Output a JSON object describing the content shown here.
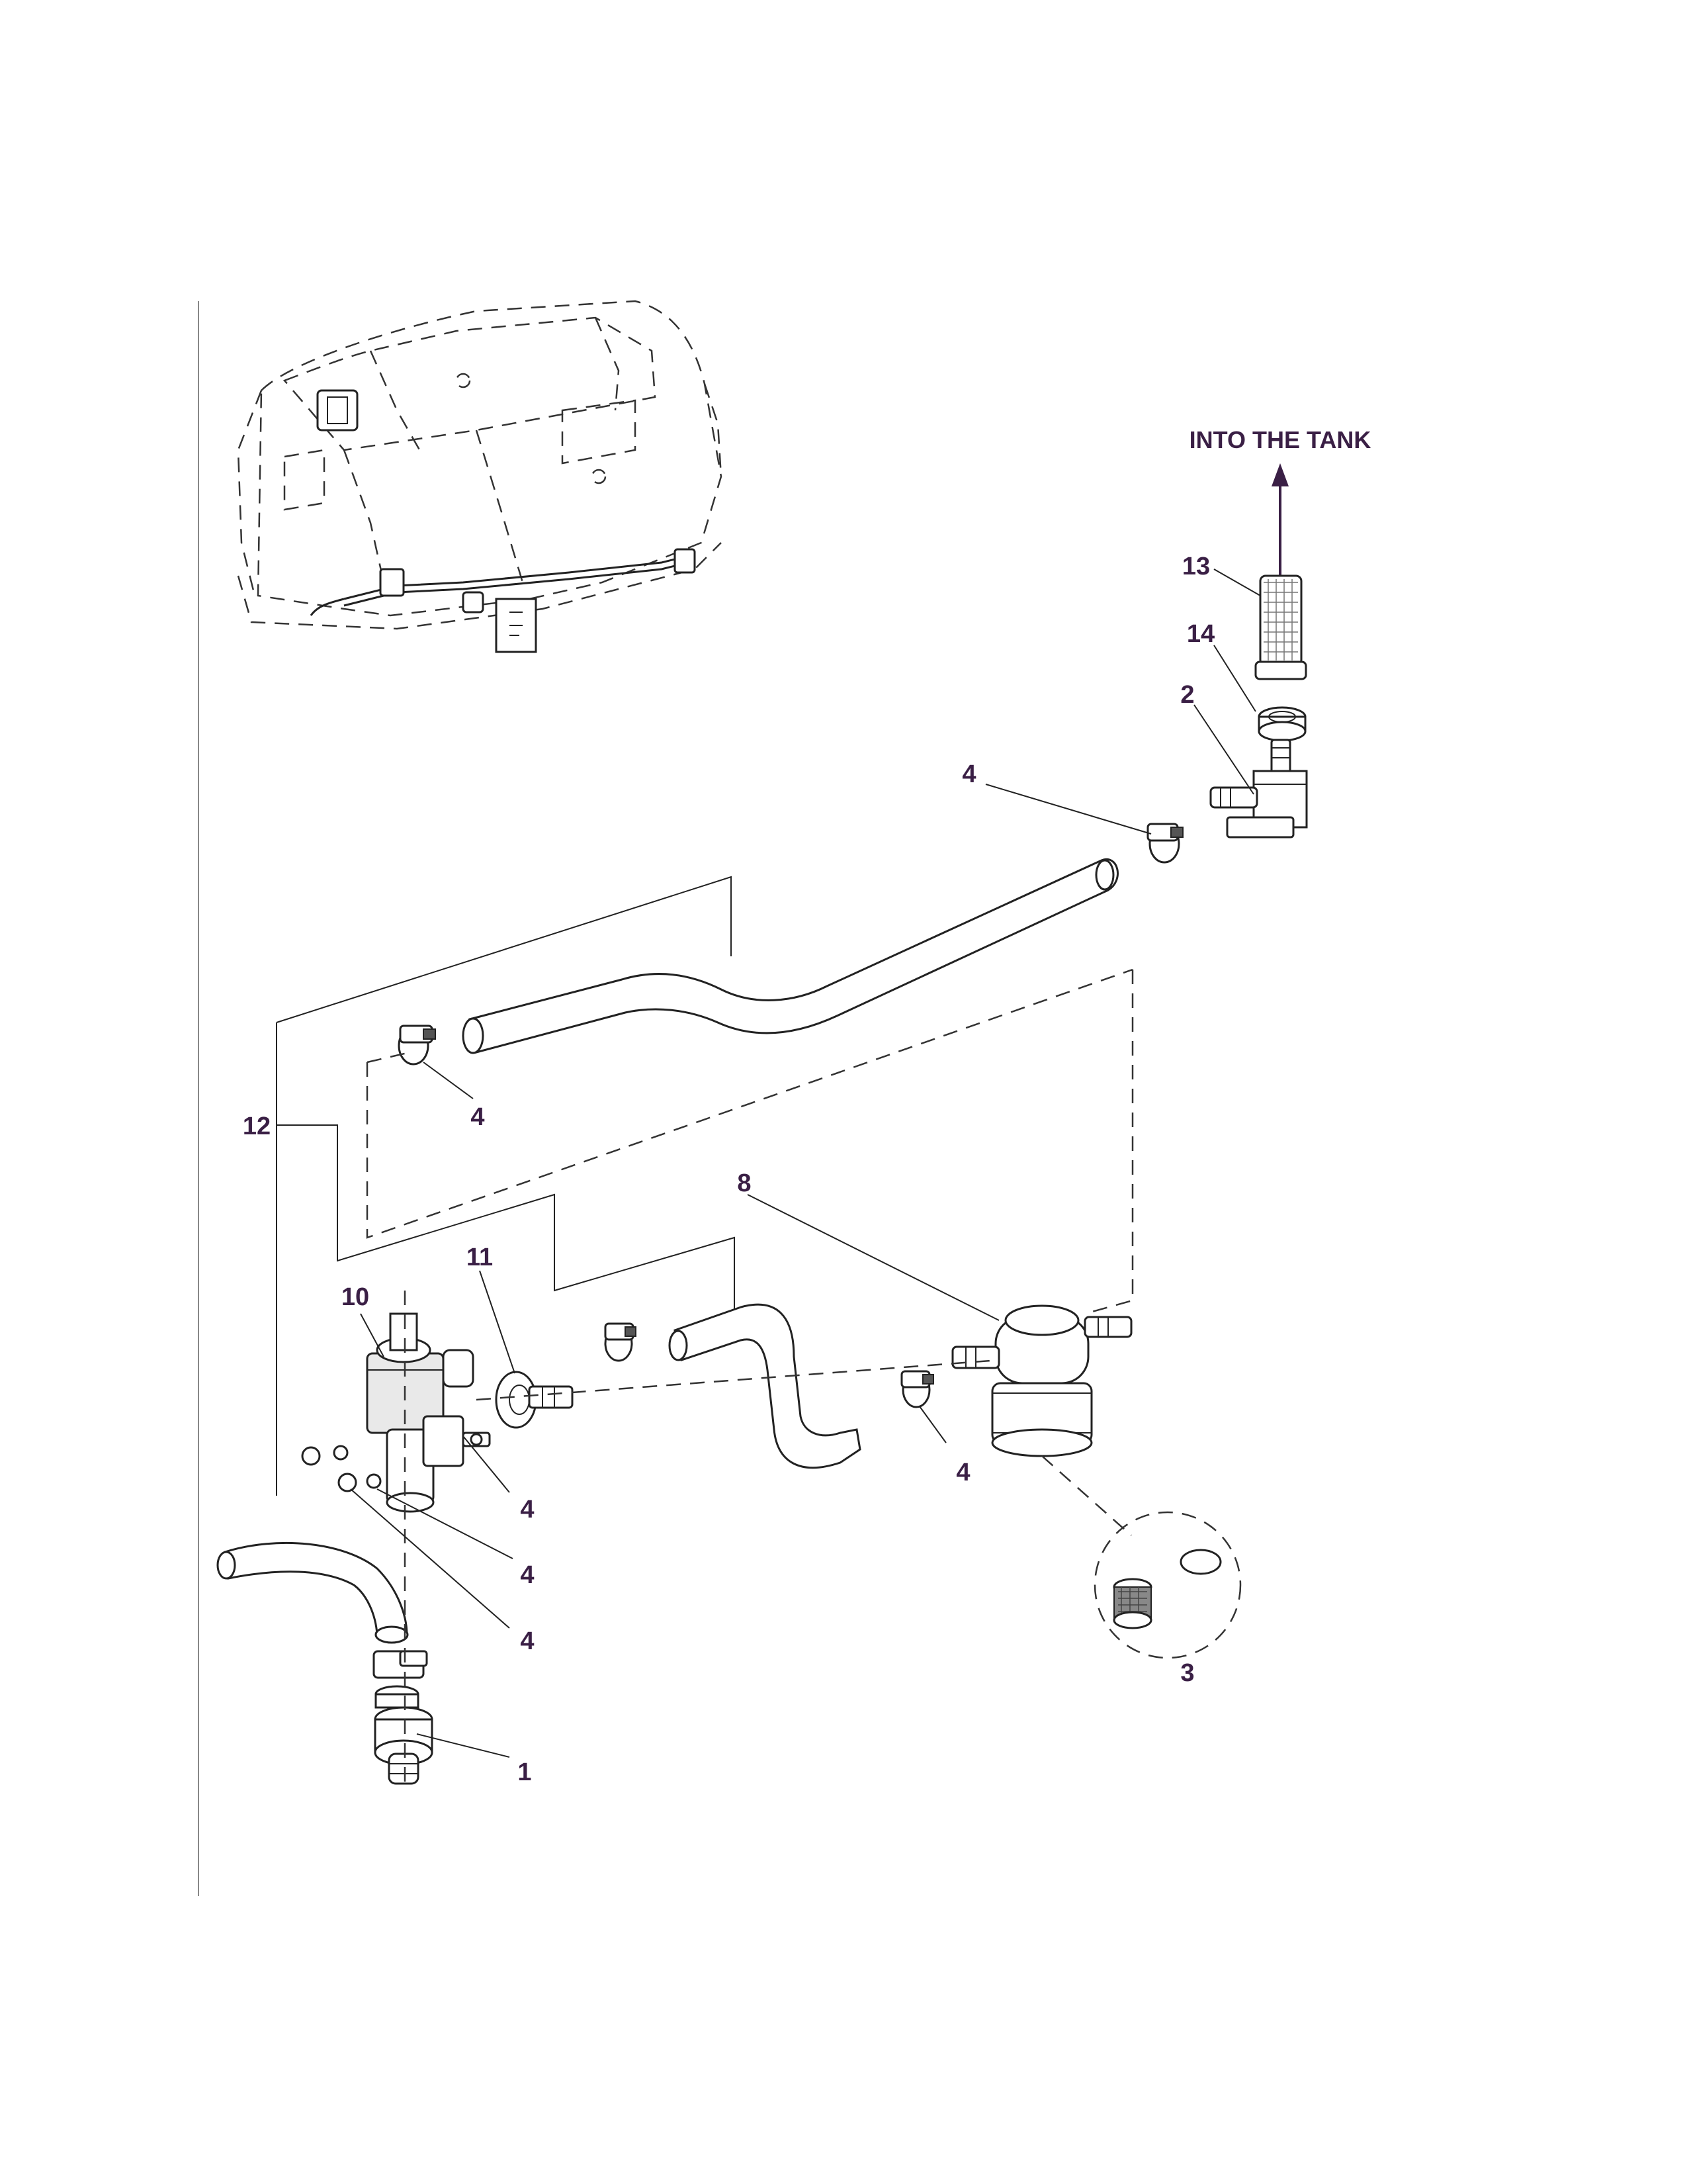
{
  "title": "INTO THE TANK",
  "callouts": [
    {
      "id": "c13",
      "text": "13"
    },
    {
      "id": "c14",
      "text": "14"
    },
    {
      "id": "c2",
      "text": "2"
    },
    {
      "id": "c4a",
      "text": "4"
    },
    {
      "id": "c4b",
      "text": "4"
    },
    {
      "id": "c12",
      "text": "12"
    },
    {
      "id": "c8",
      "text": "8"
    },
    {
      "id": "c11",
      "text": "11"
    },
    {
      "id": "c10",
      "text": "10"
    },
    {
      "id": "c4c",
      "text": "4"
    },
    {
      "id": "c4d",
      "text": "4"
    },
    {
      "id": "c4e",
      "text": "4"
    },
    {
      "id": "c4f",
      "text": "4"
    },
    {
      "id": "c3",
      "text": "3"
    },
    {
      "id": "c1",
      "text": "1"
    }
  ],
  "colors": {
    "label": "#3a1f45",
    "line": "#222222",
    "arrow": "#3a1f45"
  }
}
